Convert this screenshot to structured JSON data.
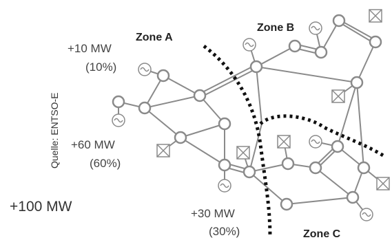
{
  "source_label": "Quelle: ENTSO-E",
  "zones": {
    "a": "Zone A",
    "b": "Zone B",
    "c": "Zone C"
  },
  "flows": {
    "top": {
      "mw": "+10 MW",
      "pct": "(10%)"
    },
    "middle": {
      "mw": "+60 MW",
      "pct": "(60%)"
    },
    "bottom": {
      "mw": "+30 MW",
      "pct": "(30%)"
    }
  },
  "total": "+100 MW",
  "colors": {
    "line": "#8a8a8a",
    "node_fill": "#ffffff",
    "node_stroke": "#8a8a8a",
    "border": "#111111",
    "text": "#444444"
  },
  "icons": {
    "generator": "generator-icon",
    "load": "load-icon"
  }
}
